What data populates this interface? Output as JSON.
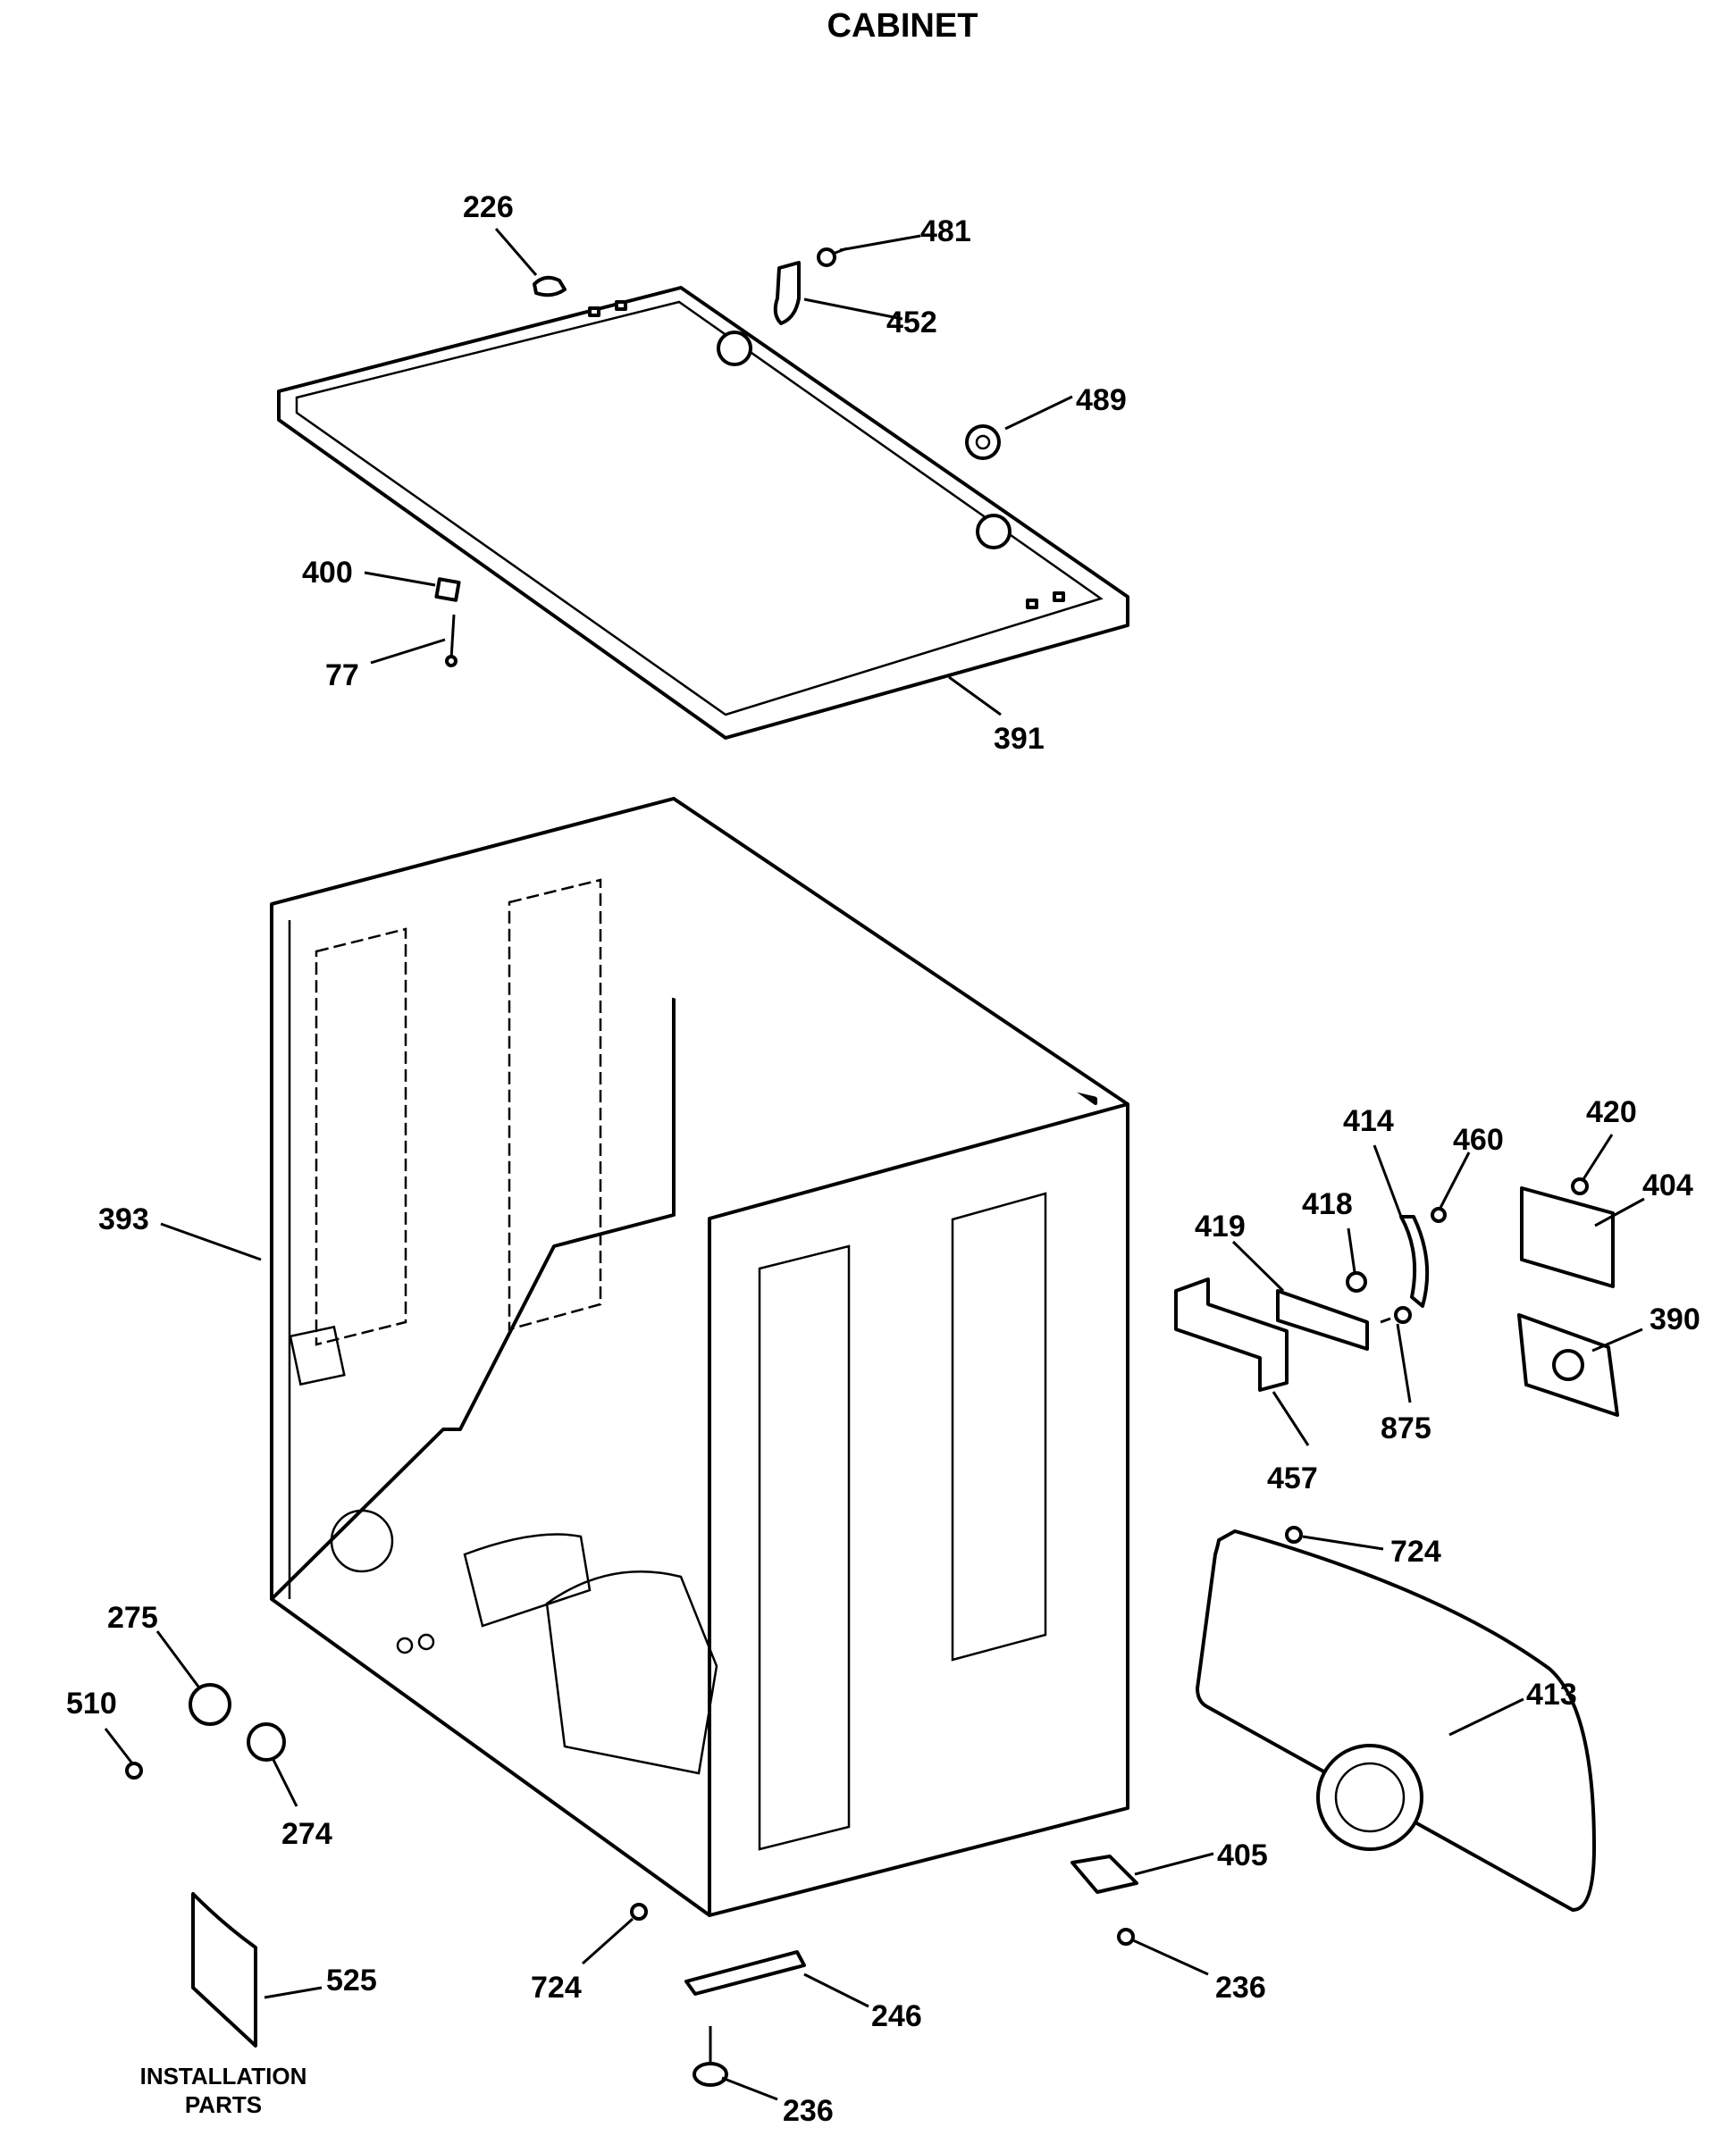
{
  "title": "CABINET",
  "caption_line1": "INSTALLATION",
  "caption_line2": "PARTS",
  "callouts": [
    {
      "id": "226",
      "label": "226"
    },
    {
      "id": "481",
      "label": "481"
    },
    {
      "id": "452",
      "label": "452"
    },
    {
      "id": "489",
      "label": "489"
    },
    {
      "id": "400",
      "label": "400"
    },
    {
      "id": "77",
      "label": "77"
    },
    {
      "id": "391",
      "label": "391"
    },
    {
      "id": "393",
      "label": "393"
    },
    {
      "id": "414",
      "label": "414"
    },
    {
      "id": "460",
      "label": "460"
    },
    {
      "id": "420",
      "label": "420"
    },
    {
      "id": "404",
      "label": "404"
    },
    {
      "id": "418",
      "label": "418"
    },
    {
      "id": "419",
      "label": "419"
    },
    {
      "id": "390",
      "label": "390"
    },
    {
      "id": "875",
      "label": "875"
    },
    {
      "id": "457",
      "label": "457"
    },
    {
      "id": "724a",
      "label": "724"
    },
    {
      "id": "413",
      "label": "413"
    },
    {
      "id": "275",
      "label": "275"
    },
    {
      "id": "510",
      "label": "510"
    },
    {
      "id": "274",
      "label": "274"
    },
    {
      "id": "405",
      "label": "405"
    },
    {
      "id": "525",
      "label": "525"
    },
    {
      "id": "724b",
      "label": "724"
    },
    {
      "id": "246",
      "label": "246"
    },
    {
      "id": "236a",
      "label": "236"
    },
    {
      "id": "236b",
      "label": "236"
    }
  ]
}
